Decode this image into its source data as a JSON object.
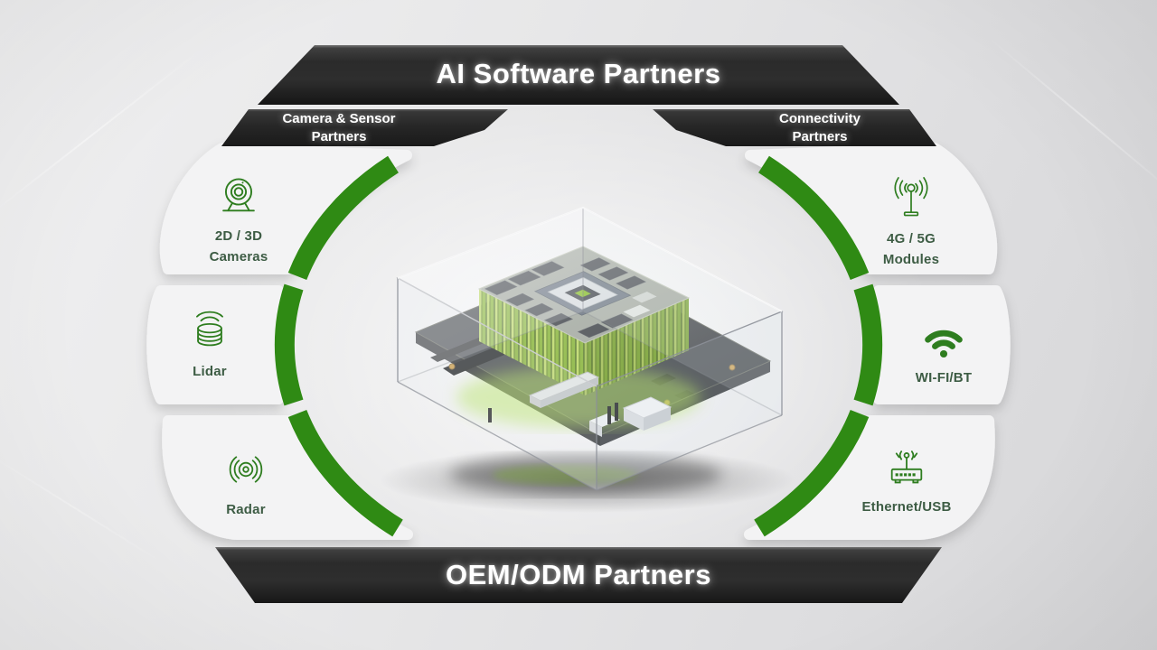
{
  "banners": {
    "top": "AI Software Partners",
    "camera_sensor": "Camera & Sensor\nPartners",
    "connectivity": "Connectivity\nPartners",
    "oem_odm": "OEM/ODM Partners"
  },
  "nodes": [
    {
      "id": "cameras-2d-3d",
      "icon": "webcam-icon",
      "label": "2D / 3D\nCameras"
    },
    {
      "id": "lidar",
      "icon": "lidar-icon",
      "label": "Lidar"
    },
    {
      "id": "radar",
      "icon": "radar-icon",
      "label": "Radar"
    },
    {
      "id": "modules-4g-5g",
      "icon": "cellular-antenna-icon",
      "label": "4G / 5G\nModules"
    },
    {
      "id": "wifi-bt",
      "icon": "wifi-icon",
      "label": "WI-FI/BT"
    },
    {
      "id": "ethernet-usb",
      "icon": "router-icon",
      "label": "Ethernet/USB"
    }
  ],
  "center_image": {
    "alt": "Embedded AI compute module with green heatsink on a carrier board inside a transparent acrylic case"
  },
  "colors": {
    "arc_green": "#2f8a14",
    "icon_green": "#2e7d1f",
    "label_green": "#3d5c44",
    "banner_black": "#262626",
    "tile_gray": "#f3f3f4",
    "heatsink_glow": "#a8e13c"
  }
}
